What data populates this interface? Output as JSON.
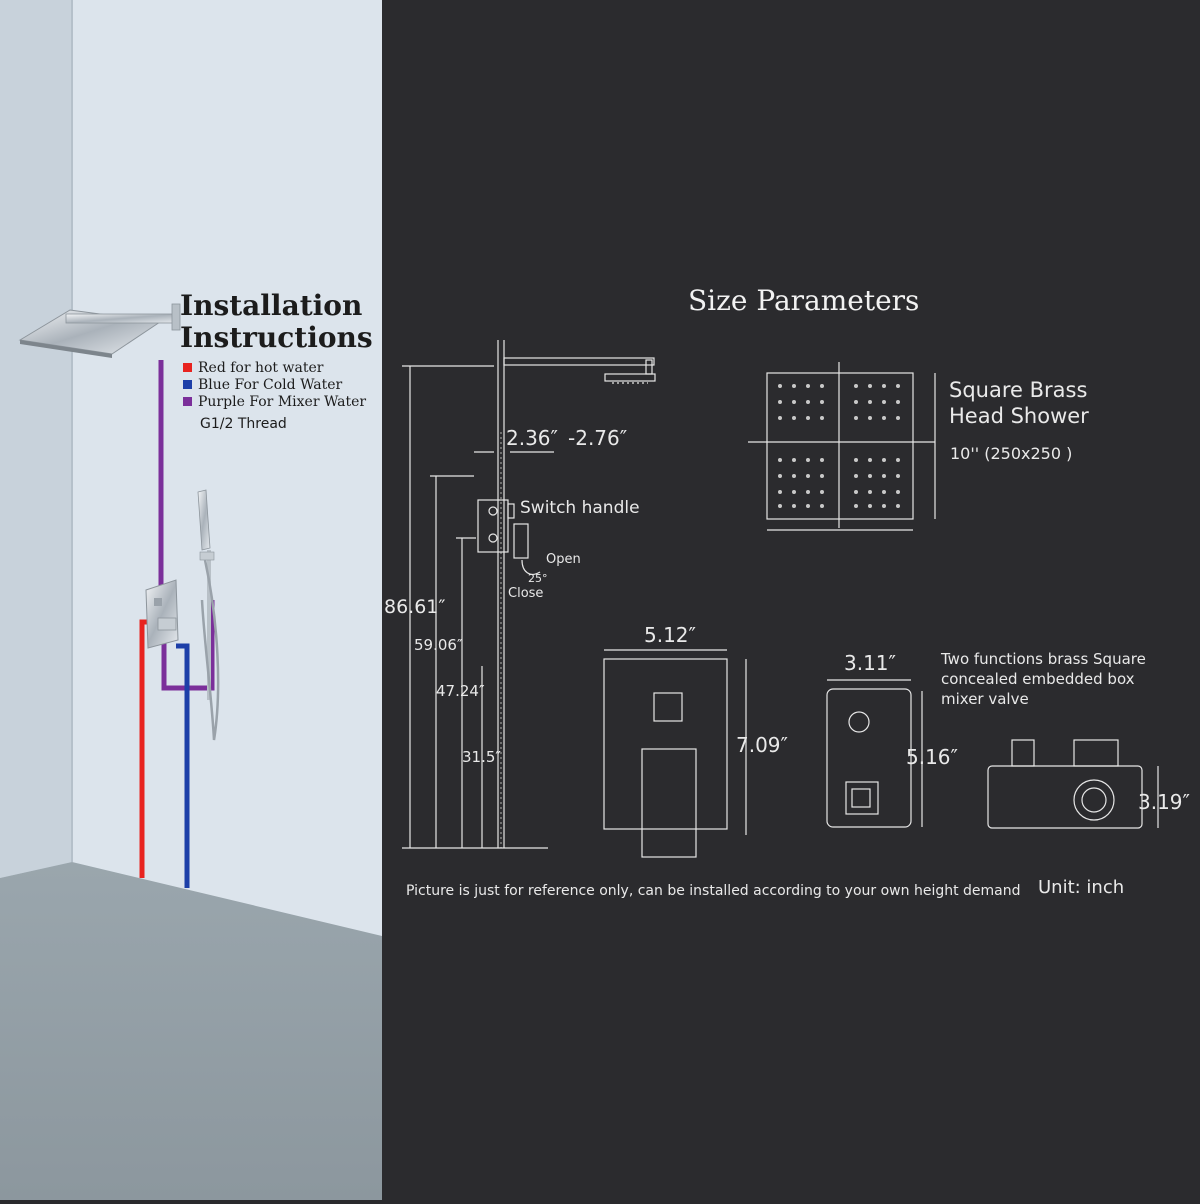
{
  "installation": {
    "title_line1": "Installation",
    "title_line2": "Instructions",
    "legend": [
      {
        "label": "Red for hot water",
        "color": "#e8231f"
      },
      {
        "label": "Blue For Cold Water",
        "color": "#1d3fa8"
      },
      {
        "label": "Purple For Mixer Water",
        "color": "#7b2f9a"
      }
    ],
    "thread": "G1/2 Thread"
  },
  "size": {
    "title": "Size Parameters",
    "dimensions": {
      "arm_length": "2.36″",
      "arm_length_max": "-2.76″",
      "total_height": "86.61″",
      "valve_height": "59.06″",
      "handheld_height": "47.24″",
      "bottom_height": "31.5″",
      "plate_width": "5.12″",
      "plate_height": "7.09″",
      "box_width": "3.11″",
      "box_height": "5.16″",
      "box_depth": "3.19″"
    },
    "switch_handle": "Switch handle",
    "open": "Open",
    "close": "Close",
    "angle": "25°",
    "head_shower_line1": "Square Brass",
    "head_shower_line2": "Head Shower",
    "head_shower_size": "10'' (250x250 )",
    "valve_desc_line1": "Two functions brass Square",
    "valve_desc_line2": "concealed embedded box",
    "valve_desc_line3": "mixer valve",
    "footnote": "Picture is just for reference only, can be installed according to your own height demand",
    "unit": "Unit: inch"
  },
  "colors": {
    "hot": "#e8231f",
    "cold": "#1d3fa8",
    "mixer": "#7b2f9a",
    "panel": "#2b2b2e",
    "wall": "#dde6ee"
  }
}
